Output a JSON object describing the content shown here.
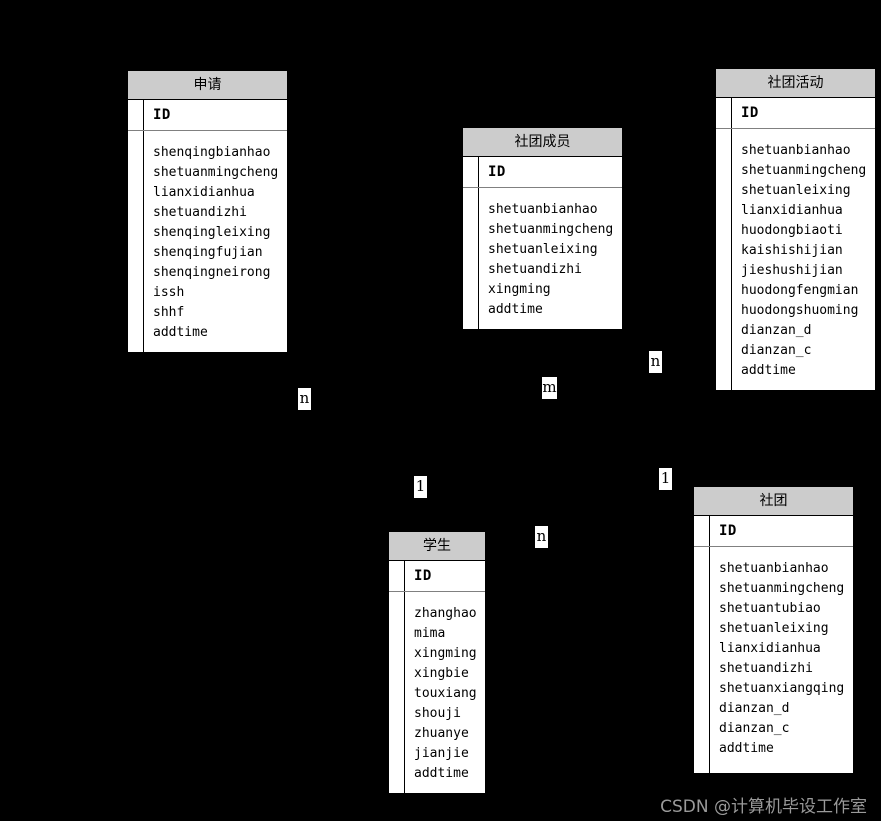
{
  "diagram": {
    "type": "entity-relationship-diagram",
    "background_color": "#000000",
    "entity_header_color": "#cccccc",
    "entity_body_color": "#ffffff",
    "border_color": "#000000"
  },
  "entities": [
    {
      "key": "shenqing",
      "title": "申请",
      "pk": "ID",
      "attributes": [
        "shenqingbianhao",
        "shetuanmingcheng",
        "lianxidianhua",
        "shetuandizhi",
        "shenqingleixing",
        "shenqingfujian",
        "shenqingneirong",
        "issh",
        "shhf",
        "addtime"
      ]
    },
    {
      "key": "shetuanchengyuan",
      "title": "社团成员",
      "pk": "ID",
      "attributes": [
        "shetuanbianhao",
        "shetuanmingcheng",
        "shetuanleixing",
        "shetuandizhi",
        "xingming",
        "addtime"
      ]
    },
    {
      "key": "shetuanhuodong",
      "title": "社团活动",
      "pk": "ID",
      "attributes": [
        "shetuanbianhao",
        "shetuanmingcheng",
        "shetuanleixing",
        "lianxidianhua",
        "huodongbiaoti",
        "kaishishijian",
        "jieshushijian",
        "huodongfengmian",
        "huodongshuoming",
        "dianzan_d",
        "dianzan_c",
        "addtime"
      ]
    },
    {
      "key": "xuesheng",
      "title": "学生",
      "pk": "ID",
      "attributes": [
        "zhanghao",
        "mima",
        "xingming",
        "xingbie",
        "touxiang",
        "shouji",
        "zhuanye",
        "jianjie",
        "addtime"
      ]
    },
    {
      "key": "shetuan",
      "title": "社团",
      "pk": "ID",
      "attributes": [
        "shetuanbianhao",
        "shetuanmingcheng",
        "shetuantubiao",
        "shetuanleixing",
        "lianxidianhua",
        "shetuandizhi",
        "shetuanxiangqing",
        "dianzan_d",
        "dianzan_c",
        "addtime"
      ]
    }
  ],
  "cardinality_labels": [
    {
      "key": "c1",
      "text": "n"
    },
    {
      "key": "c2",
      "text": "m"
    },
    {
      "key": "c3",
      "text": "n"
    },
    {
      "key": "c4",
      "text": "1"
    },
    {
      "key": "c5",
      "text": "1"
    },
    {
      "key": "c6",
      "text": "n"
    }
  ],
  "watermark": {
    "text": "CSDN @计算机毕设工作室"
  }
}
